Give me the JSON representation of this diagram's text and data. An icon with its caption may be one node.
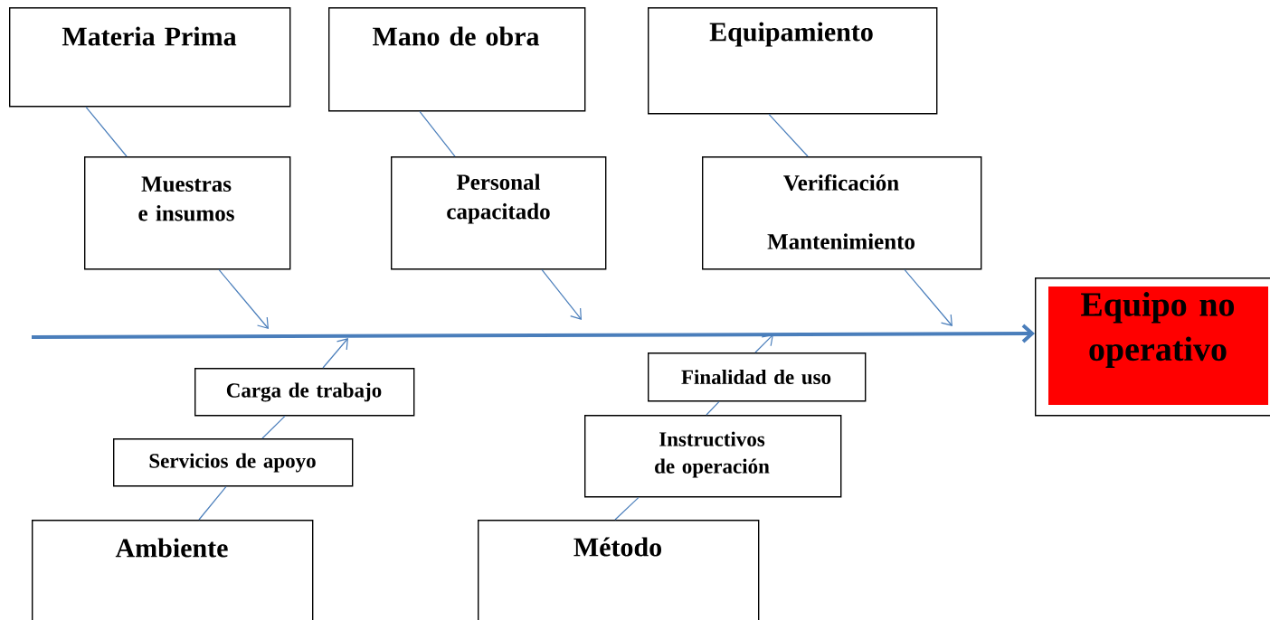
{
  "diagram": {
    "nodes": [
      {
        "text": [
          "Materia Prima"
        ]
      },
      {
        "text": [
          "Muestras e insumos"
        ]
      },
      {
        "text": [
          "Mano de obra"
        ]
      },
      {
        "text": [
          "Personal capacitado"
        ]
      },
      {
        "text": [
          "Equipamiento"
        ]
      },
      {
        "text": [
          "Verificación",
          "Mantenimiento"
        ]
      },
      {
        "text": [
          "Equipo no operativo"
        ]
      },
      {
        "text": [
          "Carga de trabajo"
        ]
      },
      {
        "text": [
          "Servicios de apoyo"
        ]
      },
      {
        "text": [
          "Ambiente"
        ]
      },
      {
        "text": [
          "Finalidad de uso"
        ]
      },
      {
        "text": [
          "Instructivos de operación"
        ]
      },
      {
        "text": [
          "Método"
        ]
      }
    ],
    "edges": [
      {
        "from": null,
        "to": 6,
        "arrow": "to",
        "style": "thick"
      },
      {
        "from": 0,
        "to": 1,
        "arrow": "none"
      },
      {
        "from": 1,
        "to": null,
        "arrow": "to"
      },
      {
        "from": 2,
        "to": 3,
        "arrow": "none"
      },
      {
        "from": 3,
        "to": null,
        "arrow": "to"
      },
      {
        "from": 4,
        "to": 5,
        "arrow": "none"
      },
      {
        "from": 5,
        "to": null,
        "arrow": "to"
      },
      {
        "from": 9,
        "to": 8,
        "arrow": "none"
      },
      {
        "from": 8,
        "to": 7,
        "arrow": "none"
      },
      {
        "from": 7,
        "to": null,
        "arrow": "to"
      },
      {
        "from": 12,
        "to": 11,
        "arrow": "none"
      },
      {
        "from": 11,
        "to": 10,
        "arrow": "none"
      },
      {
        "from": 10,
        "to": null,
        "arrow": "to"
      }
    ]
  }
}
